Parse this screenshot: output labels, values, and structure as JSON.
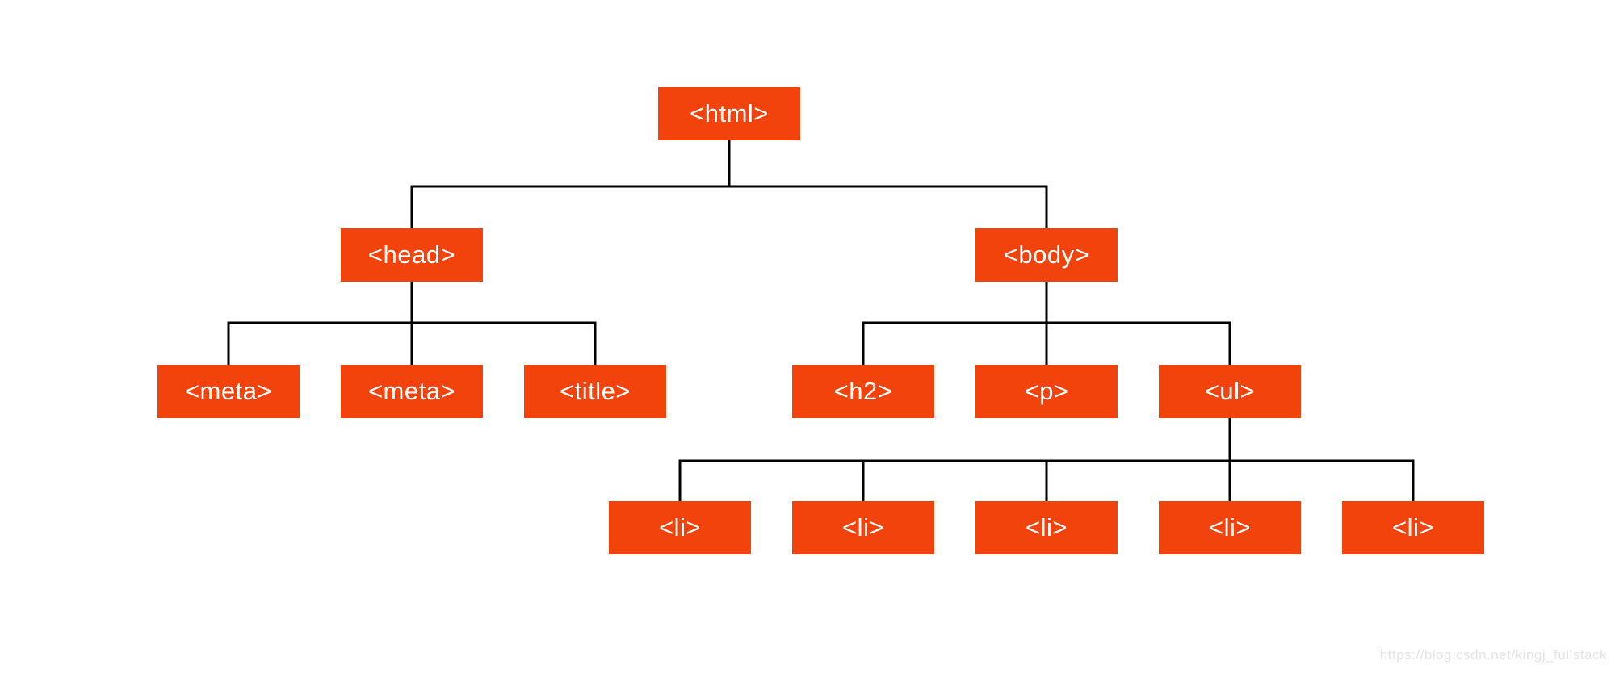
{
  "tree": {
    "nodes": {
      "html": {
        "label": "<html>"
      },
      "head": {
        "label": "<head>"
      },
      "body": {
        "label": "<body>"
      },
      "meta1": {
        "label": "<meta>"
      },
      "meta2": {
        "label": "<meta>"
      },
      "title": {
        "label": "<title>"
      },
      "h2": {
        "label": "<h2>"
      },
      "p": {
        "label": "<p>"
      },
      "ul": {
        "label": "<ul>"
      },
      "li1": {
        "label": "<li>"
      },
      "li2": {
        "label": "<li>"
      },
      "li3": {
        "label": "<li>"
      },
      "li4": {
        "label": "<li>"
      },
      "li5": {
        "label": "<li>"
      }
    }
  },
  "watermark": {
    "text": "https://blog.csdn.net/kingj_fullstack"
  },
  "colors": {
    "background": "#ffffff",
    "node_fill": "#f2430c",
    "node_text": "#ffffff",
    "connector": "#000000",
    "watermark_text": "#e4e4e4"
  }
}
